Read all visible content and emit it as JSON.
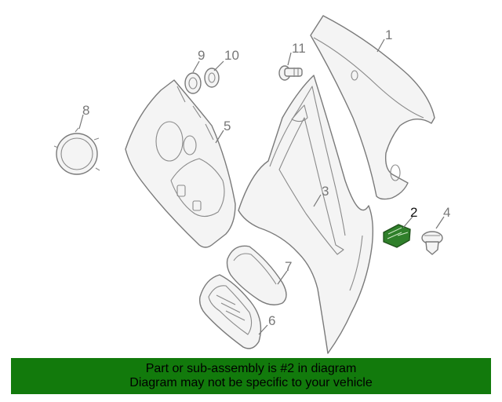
{
  "callouts": {
    "c1": "1",
    "c2": "2",
    "c3": "3",
    "c4": "4",
    "c5": "5",
    "c6": "6",
    "c7": "7",
    "c8": "8",
    "c9": "9",
    "c10": "10",
    "c11": "11"
  },
  "highlighted_part": "2",
  "banner": {
    "line1": "Part or sub-assembly is #2 in diagram",
    "line2": "Diagram may not be specific to your vehicle"
  },
  "colors": {
    "banner_bg": "#127a0c",
    "highlight": "#2f7f2a",
    "linework": "#7a7a7a"
  }
}
